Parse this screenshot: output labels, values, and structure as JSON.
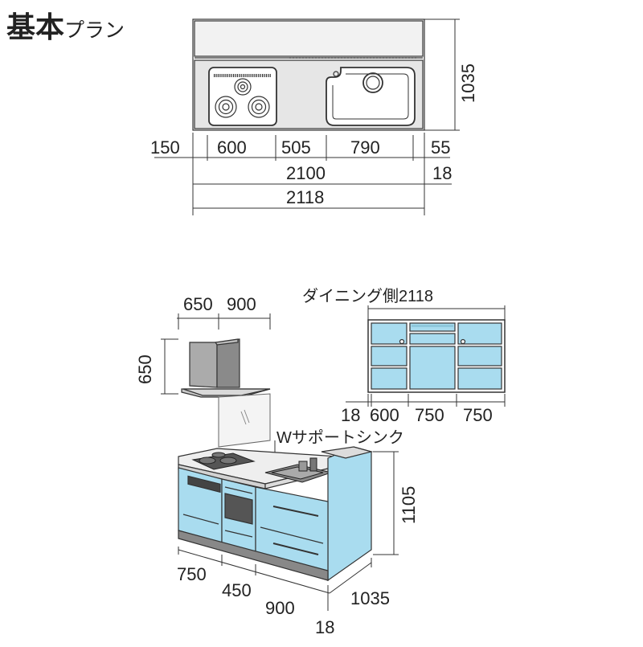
{
  "title": {
    "main": "基本",
    "sub": "プラン"
  },
  "plan_view": {
    "width_dims": [
      "150",
      "600",
      "505",
      "790",
      "55"
    ],
    "depth_dim": "1035",
    "total_inner": "2100",
    "total_outer": "2118",
    "side_panel": "18"
  },
  "elevation": {
    "hood_dims": [
      "650",
      "900"
    ],
    "hood_height": "650",
    "sink_label": "Wサポートシンク",
    "height_dim": "1105",
    "bottom_dims": [
      "750",
      "450",
      "900",
      "1035",
      "18"
    ]
  },
  "dining": {
    "label": "ダイニング側2118",
    "dims": [
      "18",
      "600",
      "750",
      "750"
    ]
  },
  "colors": {
    "cabinet": "#a9dcef",
    "line": "#333333",
    "counter": "#eeeeee"
  }
}
